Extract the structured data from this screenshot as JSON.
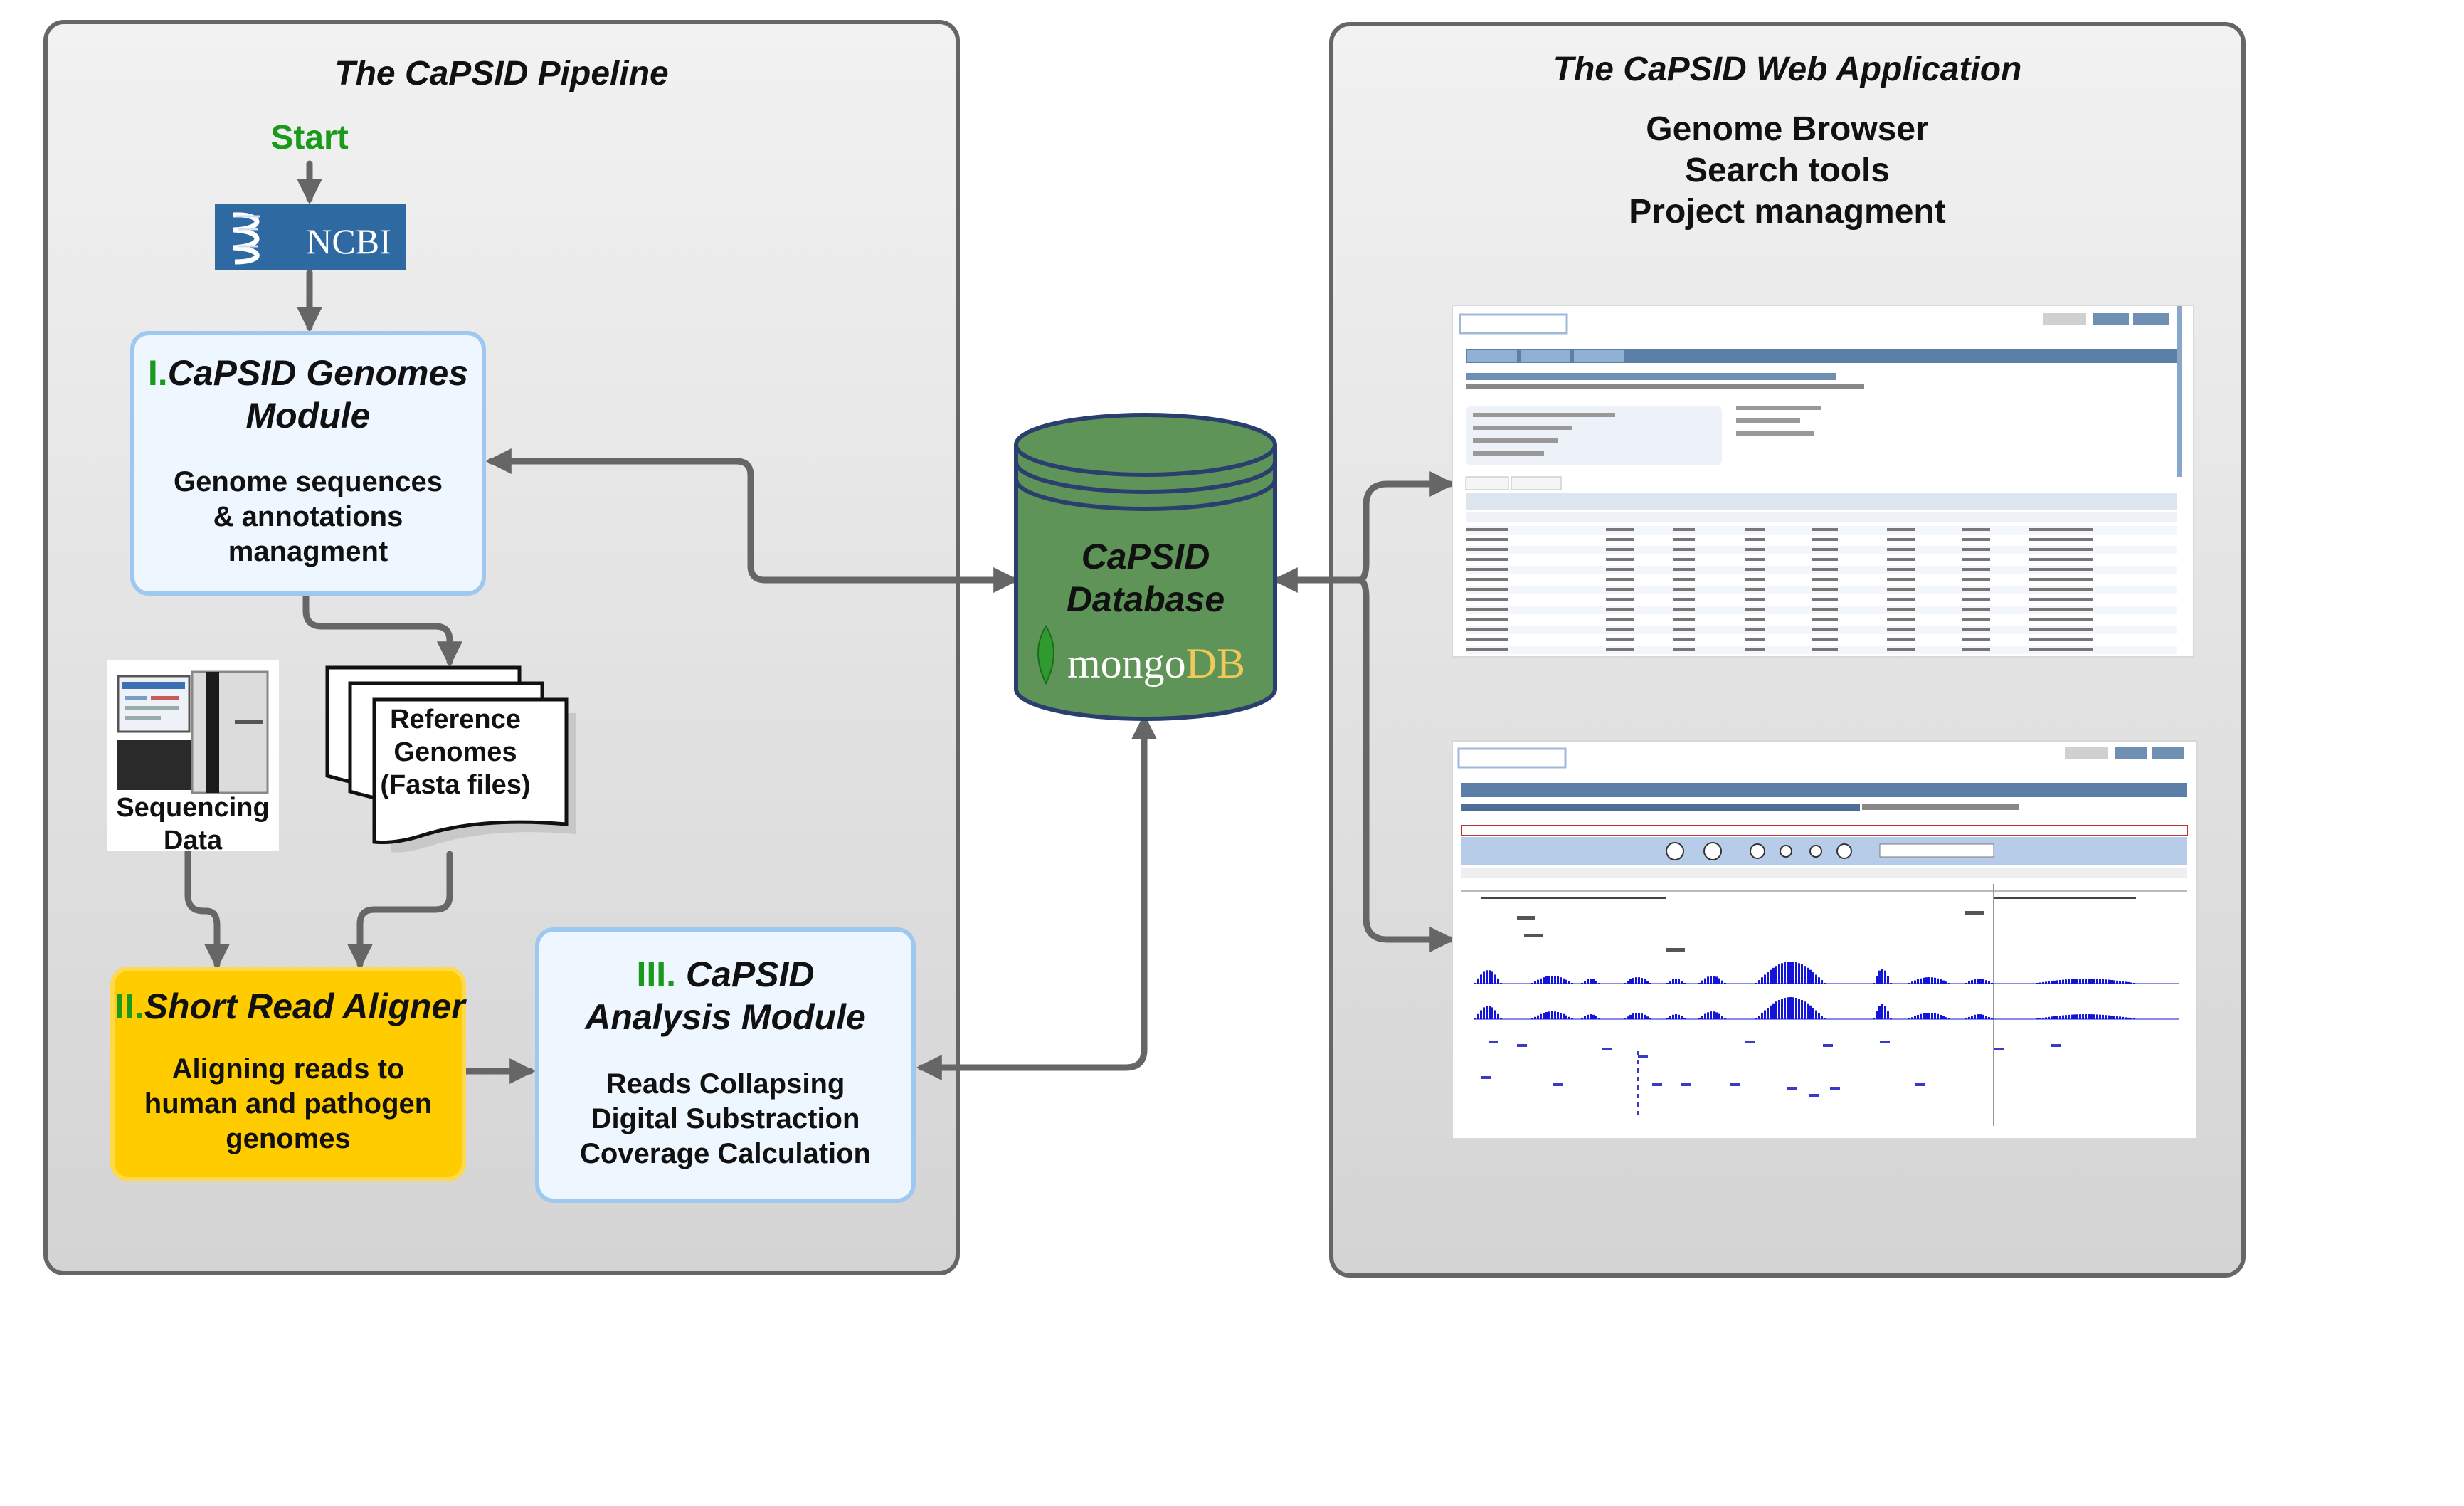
{
  "pipeline": {
    "title": "The CaPSID Pipeline",
    "start_label": "Start",
    "ncbi_label": "NCBI",
    "genomes_module": {
      "number": "I.",
      "title_line1": "CaPSID Genomes",
      "title_line2": "Module",
      "body": [
        "Genome sequences",
        "& annotations",
        "managment"
      ]
    },
    "sequencing_data": [
      "Sequencing",
      "Data"
    ],
    "reference_genomes": [
      "Reference",
      "Genomes",
      "(Fasta files)"
    ],
    "aligner": {
      "number": "II.",
      "title": "Short Read Aligner",
      "body": [
        "Aligning reads to",
        "human and pathogen",
        "genomes"
      ]
    },
    "analysis_module": {
      "number": "III.",
      "title_line1": "CaPSID",
      "title_line2": "Analysis Module",
      "body": [
        "Reads Collapsing",
        "Digital Substraction",
        "Coverage Calculation"
      ]
    }
  },
  "database": {
    "title_line1": "CaPSID",
    "title_line2": "Database",
    "mongo_part1": "mongo",
    "mongo_part2": "DB"
  },
  "web_app": {
    "title": "The CaPSID Web Application",
    "features": [
      "Genome Browser",
      "Search tools",
      "Project managment"
    ]
  },
  "colors": {
    "panel_fill": "#e4e4e4",
    "panel_border": "#666666",
    "arrow": "#666666",
    "module_fill": "#eef6ff",
    "module_border": "#9ec8f0",
    "aligner_fill": "#ffcc00",
    "db_fill": "#5e9458",
    "db_border": "#2b3f6e",
    "ncbi_fill": "#2e6aa1",
    "green_text": "#1a9a1a",
    "coverage_blue": "#1414d8"
  }
}
